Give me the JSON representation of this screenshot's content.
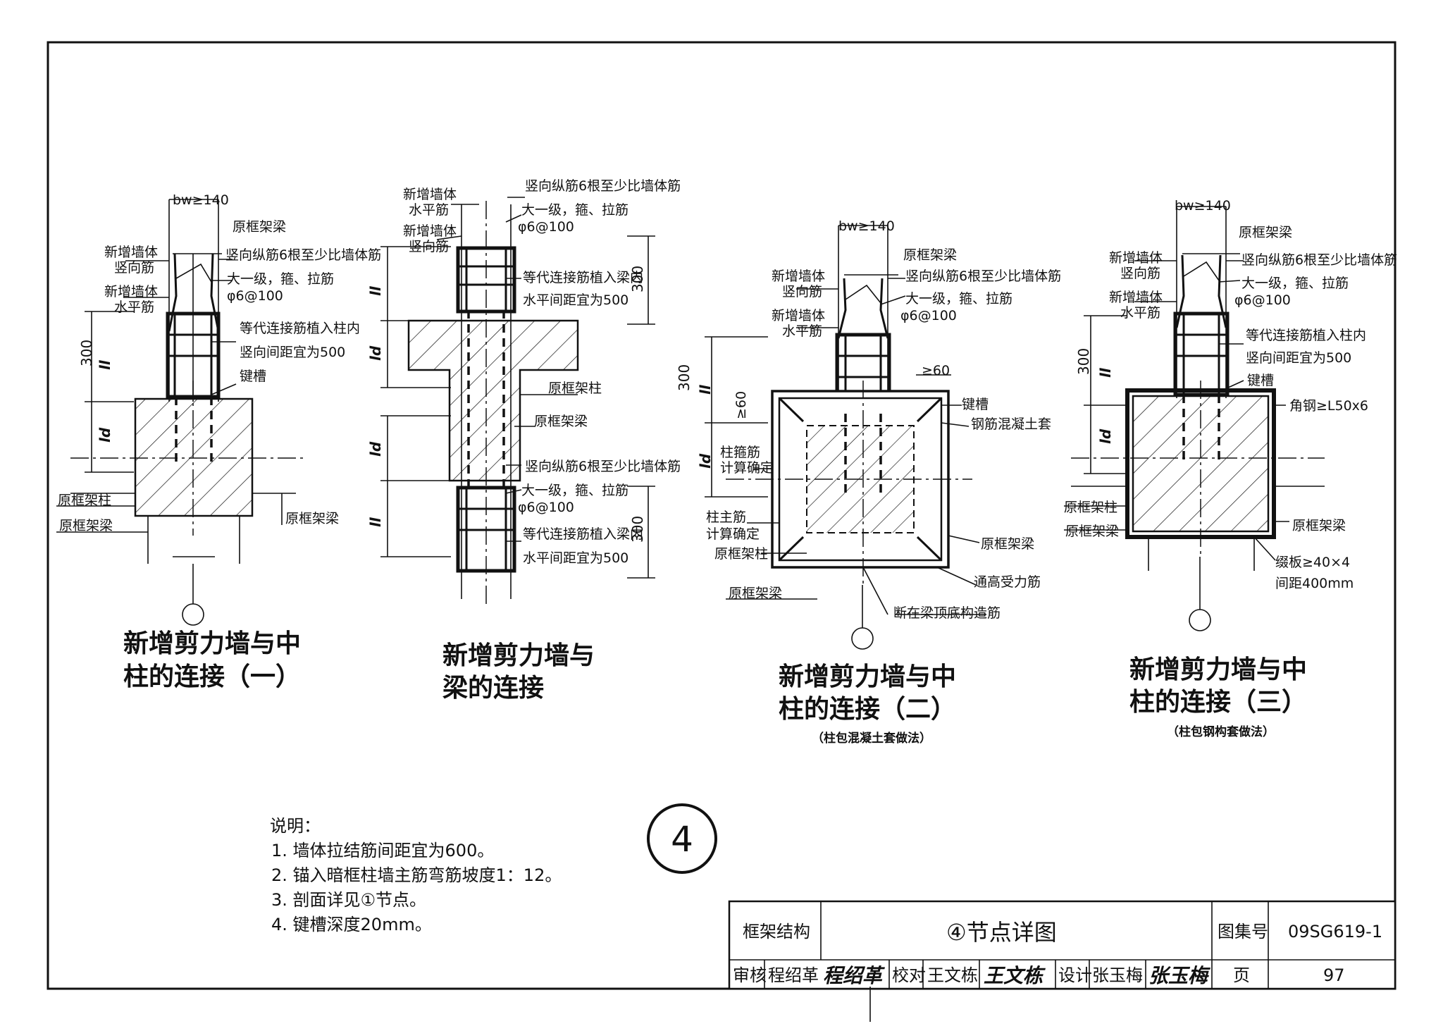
{
  "details": [
    {
      "caption_lines": [
        "新增剪力墙与中",
        "柱的连接（一）"
      ],
      "subtitle": "",
      "labels": {
        "bw": "bw≥140",
        "beam_top": "原框架梁",
        "wall_vertical": "新增墙体\n竖向筋",
        "long_bars": "竖向纵筋6根至少比墙体筋",
        "stirrup_grade": "大一级，箍、拉筋",
        "stirrup_spec": "φ6@100",
        "wall_horizontal": "新增墙体\n水平筋",
        "equiv_bars": "等代连接筋植入柱内",
        "equiv_spacing": "竖向间距宜为500",
        "key_slot": "键槽",
        "orig_column": "原框架柱",
        "orig_beam_left": "原框架梁",
        "orig_beam_right": "原框架梁"
      },
      "dims": {
        "d300": "300",
        "ll": "ll",
        "ld": "ld"
      }
    },
    {
      "caption_lines": [
        "新增剪力墙与",
        "梁的连接"
      ],
      "subtitle": "",
      "labels": {
        "wall_horizontal": "新增墙体\n水平筋",
        "wall_vertical": "新增墙体\n竖向筋",
        "long_bars_top": "竖向纵筋6根至少比墙体筋",
        "stirrup_grade_top": "大一级，箍、拉筋",
        "stirrup_spec_top": "φ6@100",
        "equiv_bars_top": "等代连接筋植入梁内",
        "equiv_spacing_top": "水平间距宜为500",
        "orig_column": "原框架柱",
        "orig_beam": "原框架梁",
        "long_bars_bot": "竖向纵筋6根至少比墙体筋",
        "stirrup_grade_bot": "大一级，箍、拉筋",
        "stirrup_spec_bot": "φ6@100",
        "equiv_bars_bot": "等代连接筋植入梁内",
        "equiv_spacing_bot": "水平间距宜为500"
      },
      "dims": {
        "ll": "ll",
        "ld": "ld",
        "d300": "300"
      }
    },
    {
      "caption_lines": [
        "新增剪力墙与中",
        "柱的连接（二）"
      ],
      "subtitle": "（柱包混凝土套做法）",
      "labels": {
        "bw": "bw≥140",
        "beam_top": "原框架梁",
        "wall_vertical": "新增墙体\n竖向筋",
        "long_bars": "竖向纵筋6根至少比墙体筋",
        "stirrup_grade": "大一级，箍、拉筋",
        "stirrup_spec": "φ6@100",
        "wall_horizontal": "新增墙体\n水平筋",
        "ge60_top": "≥60",
        "key_slot": "键槽",
        "rc_jacket": "钢筋混凝土套",
        "ge60_left": "≥60",
        "col_stirrup": "柱箍筋\n计算确定",
        "col_main": "柱主筋\n计算确定",
        "orig_column": "原框架柱",
        "orig_beam_right": "原框架梁",
        "through_bars": "通高受力筋",
        "orig_beam_bottom": "原框架梁",
        "cut_bars": "断在梁顶底构造筋"
      },
      "dims": {
        "d300": "300",
        "ll": "ll",
        "ld": "ld"
      }
    },
    {
      "caption_lines": [
        "新增剪力墙与中",
        "柱的连接（三）"
      ],
      "subtitle": "（柱包钢构套做法）",
      "labels": {
        "bw": "bw≥140",
        "beam_top": "原框架梁",
        "wall_vertical": "新增墙体\n竖向筋",
        "long_bars": "竖向纵筋6根至少比墙体筋",
        "stirrup_grade": "大一级，箍、拉筋",
        "stirrup_spec": "φ6@100",
        "wall_horizontal": "新增墙体\n水平筋",
        "equiv_bars": "等代连接筋植入柱内",
        "equiv_spacing": "竖向间距宜为500",
        "key_slot": "键槽",
        "angle_steel": "角钢≥L50x6",
        "orig_column": "原框架柱",
        "orig_beam_left": "原框架梁",
        "orig_beam_right": "原框架梁",
        "batten": "缀板≥40×4",
        "batten_spacing": "间距400mm"
      },
      "dims": {
        "d300": "300",
        "ll": "ll",
        "ld": "ld"
      }
    }
  ],
  "big_symbol": "4",
  "notes": {
    "title": "说明：",
    "items": [
      "1. 墙体拉结筋间距宜为600。",
      "2. 锚入暗框柱墙主筋弯筋坡度1：12。",
      "3. 剖面详见①节点。",
      "4. 键槽深度20mm。"
    ]
  },
  "title_block": {
    "category": "框架结构",
    "title": "④节点详图",
    "atlas_label": "图集号",
    "atlas_no": "09SG619-1",
    "review_label": "审核",
    "reviewer": "程绍革",
    "reviewer_sig": "程绍革",
    "check_label": "校对",
    "checker": "王文栋",
    "checker_sig": "王文栋",
    "design_label": "设计",
    "designer": "张玉梅",
    "designer_sig": "张玉梅",
    "page_label": "页",
    "page_no": "97"
  }
}
